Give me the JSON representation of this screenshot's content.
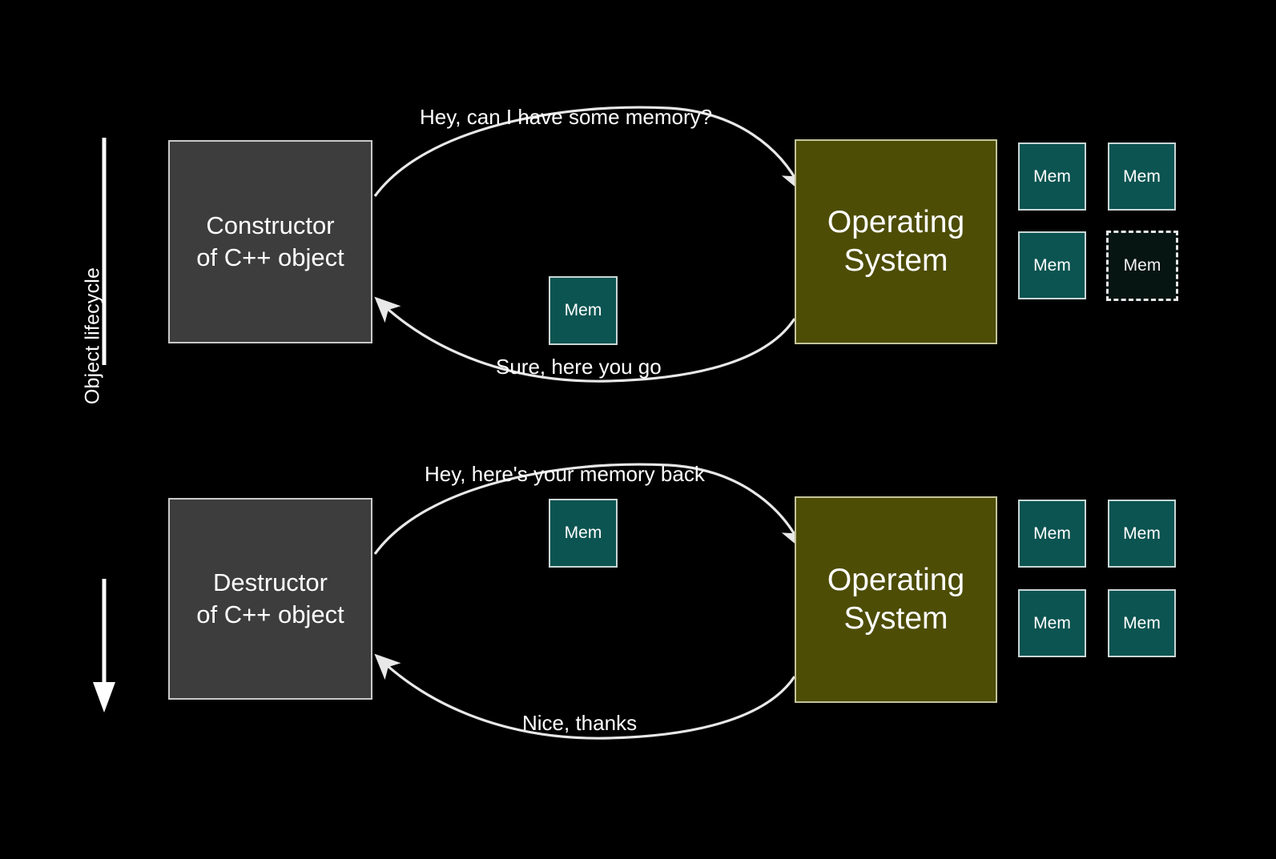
{
  "slide": {
    "background_color": "#000000",
    "axis": {
      "label": "Object lifecycle",
      "direction": "down",
      "icon": "down-arrow-icon"
    },
    "colors": {
      "actor_fill": "#3d3d3d",
      "actor_border": "#c9c9c9",
      "os_fill": "#4d4d06",
      "os_border": "#c4c49a",
      "mem_fill": "#0c5451",
      "mem_border": "#c9d6d5",
      "mem_free_fill": "#061412",
      "mem_free_border": "#e8e8e8",
      "arrow": "#e8e8e8",
      "text": "#ffffff"
    },
    "phases": [
      {
        "id": "construction",
        "actor": {
          "line1": "Constructor",
          "line2": "of C++ object"
        },
        "os": {
          "line1": "Operating",
          "line2": "System"
        },
        "request_caption": "Hey, can I have some memory?",
        "response_caption": "Sure, here you go",
        "transit_memory": {
          "label": "Mem"
        },
        "memory_grid": [
          {
            "label": "Mem",
            "state": "allocated"
          },
          {
            "label": "Mem",
            "state": "allocated"
          },
          {
            "label": "Mem",
            "state": "allocated"
          },
          {
            "label": "Mem",
            "state": "free"
          }
        ]
      },
      {
        "id": "destruction",
        "actor": {
          "line1": "Destructor",
          "line2": "of C++ object"
        },
        "os": {
          "line1": "Operating",
          "line2": "System"
        },
        "request_caption": "Hey, here's your memory back",
        "response_caption": "Nice, thanks",
        "transit_memory": {
          "label": "Mem"
        },
        "memory_grid": [
          {
            "label": "Mem",
            "state": "allocated"
          },
          {
            "label": "Mem",
            "state": "allocated"
          },
          {
            "label": "Mem",
            "state": "allocated"
          },
          {
            "label": "Mem",
            "state": "allocated"
          }
        ]
      }
    ]
  }
}
